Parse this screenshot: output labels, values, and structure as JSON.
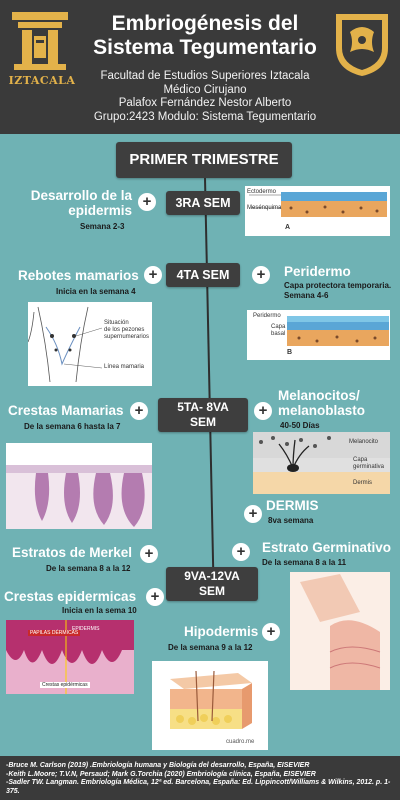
{
  "header": {
    "logo_text": "IZTACALA",
    "title_line1": "Embriogénesis del",
    "title_line2": "Sistema Tegumentario",
    "line1": "Facultad de Estudios Superiores Iztacala",
    "line2": "Médico Cirujano",
    "line3": "Palafox Fernández Nestor Alberto",
    "line4": "Grupo:2423 Modulo: Sistema Tegumentario"
  },
  "main": {
    "section_title": "PRIMER TRIMESTRE",
    "weeks": {
      "w3": "3RA SEM",
      "w4": "4TA SEM",
      "w58a": "5TA- 8VA",
      "w58b": "SEM",
      "w912a": "9VA-12VA",
      "w912b": "SEM"
    },
    "items": {
      "epidermis_title1": "Desarrollo de la",
      "epidermis_title2": "epidermis",
      "epidermis_sub": "Semana 2-3",
      "rebotes_title": "Rebotes mamarios",
      "rebotes_sub": "Inicia en la semana 4",
      "peridermo_title": "Peridermo",
      "peridermo_sub1": "Capa protectora temporaria.",
      "peridermo_sub2": "Semana 4-6",
      "crestas_m_title": "Crestas Mamarias",
      "crestas_m_sub": "De la semana 6 hasta la 7",
      "melano_title1": "Melanocitos/",
      "melano_title2": "melanoblasto",
      "melano_sub": "40-50 Días",
      "dermis_title": "DERMIS",
      "dermis_sub": "8va semana",
      "merkel_title": "Estratos de  Merkel",
      "merkel_sub": "De la semana 8 a la 12",
      "germ_title": "Estrato Germinativo",
      "germ_sub": "De la semana 8 a la 11",
      "crestas_e_title": "Crestas  epidermicas",
      "crestas_e_sub": "Inicia en la sema 10",
      "hipo_title": "Hipodermis",
      "hipo_sub": "De la semana 9 a la 12"
    },
    "figures": {
      "fig_a_top": "Ectodermo",
      "fig_a_bottom": "Mesénquima",
      "fig_a_letter": "A",
      "fig_b_top": "Peridermo",
      "fig_b_mid1": "Capa",
      "fig_b_mid2": "basal",
      "fig_b_letter": "B",
      "breast_label1": "Situación",
      "breast_label2": "de los pezones",
      "breast_label3": "supernumerarios",
      "breast_line": "Línea mamaria",
      "melano_fig1": "Melanocito",
      "melano_fig2": "Capa",
      "melano_fig3": "germinativa",
      "melano_fig4": "Dermis",
      "crest_label": "PAPILAS DÉRMICAS",
      "crest_label2": "EPIDERMIS",
      "crest_label3": "Crestas epidérmicas",
      "skin_watermark": "cuadro.me"
    }
  },
  "footer": {
    "ref1": "-Bruce M. Carlson (2019) .Embriología humana y Biología del desarrollo, España, EISEVIER",
    "ref2": "-Keith L.Moore; T.V.N, Persaud; Mark G.Torchia (2020) Embriología clínica, España, EISEVIER",
    "ref3": "-Sadler TW. Langman. Embriología Médica, 12ª ed. Barcelona, España: Ed. Lippincott/Williams & Wilkins, 2012. p. 1- 375."
  },
  "colors": {
    "background_main": "#6fb2b4",
    "header_bg": "#3a3a3a",
    "pill_bg": "#3e3e3e",
    "logo_gold": "#e3b24a"
  }
}
